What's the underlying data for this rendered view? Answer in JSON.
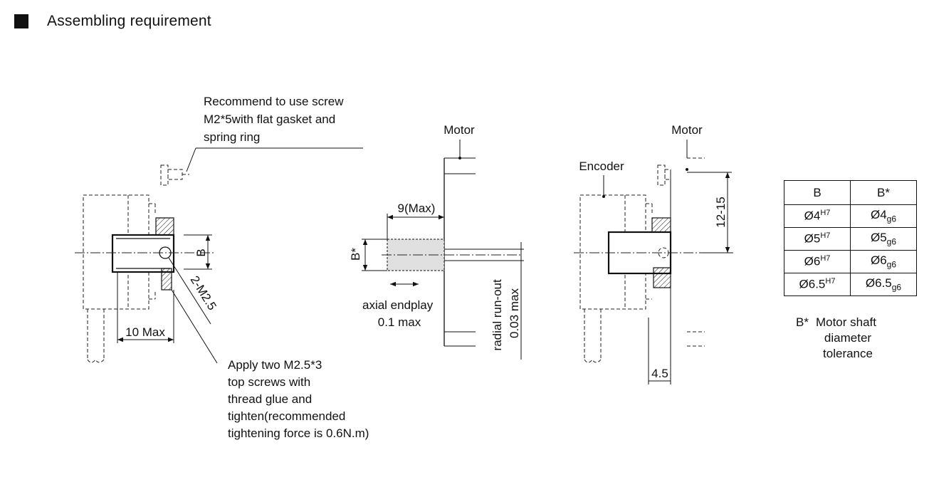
{
  "heading": "Assembling requirement",
  "view1": {
    "screw_note": [
      "Recommend to use screw",
      "M2*5with flat gasket and",
      "spring ring"
    ],
    "dim_b": "B",
    "dim_screw": "2-M2.5",
    "dim_10max": "10 Max",
    "apply_note": [
      "Apply two M2.5*3",
      "top screws with",
      "thread glue and",
      "tighten(recommended",
      "tightening force is 0.6N.m)"
    ]
  },
  "view2": {
    "motor_label": "Motor",
    "dim_9max": "9(Max)",
    "dim_bstar": "B*",
    "endplay": [
      "axial endplay",
      "0.1 max"
    ],
    "runout": [
      "radial run-out",
      "0.03 max"
    ]
  },
  "view3": {
    "motor_label": "Motor",
    "encoder_label": "Encoder",
    "dim_12_15": "12-15",
    "dim_4_5": "4.5"
  },
  "table": {
    "headers": [
      "B",
      "B*"
    ],
    "rows": [
      {
        "b": "Ø4",
        "b_sup": "H7",
        "bs": "Ø4",
        "bs_sub": "g6"
      },
      {
        "b": "Ø5",
        "b_sup": "H7",
        "bs": "Ø5",
        "bs_sub": "g6"
      },
      {
        "b": "Ø6",
        "b_sup": "H7",
        "bs": "Ø6",
        "bs_sub": "g6"
      },
      {
        "b": "Ø6.5",
        "b_sup": "H7",
        "bs": "Ø6.5",
        "bs_sub": "g6"
      }
    ]
  },
  "footnote": {
    "mark": "B*",
    "lines": [
      "Motor shaft",
      "diameter",
      "tolerance"
    ]
  }
}
